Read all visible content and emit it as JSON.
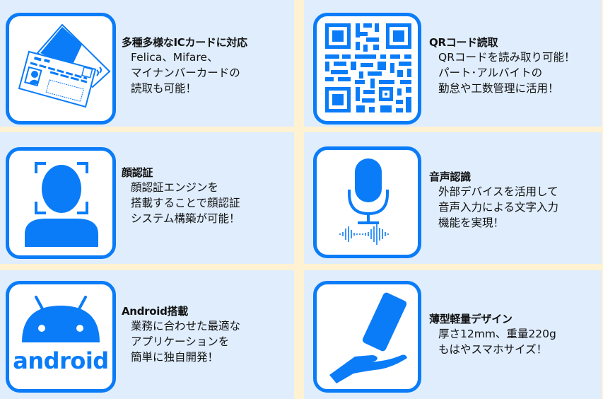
{
  "colors": {
    "background": "#fff2d2",
    "panel": "#dfedfd",
    "accent": "#0a7cf8",
    "text": "#111111"
  },
  "features": [
    {
      "icon": "ic-card-icon",
      "title": "多種多様なICカードに対応",
      "lines": [
        "Felica、Mifare、",
        "マイナンバーカードの",
        "読取も可能！"
      ]
    },
    {
      "icon": "qr-code-icon",
      "title": "QRコード読取",
      "lines": [
        "QRコードを読み取り可能！",
        "パート･アルバイトの",
        "勤怠や工数管理に活用！"
      ]
    },
    {
      "icon": "face-recognition-icon",
      "title": "顔認証",
      "lines": [
        "顔認証エンジンを",
        "搭載することで顔認証",
        "システム構築が可能！"
      ]
    },
    {
      "icon": "microphone-icon",
      "title": "音声認識",
      "lines": [
        "外部デバイスを活用して",
        "音声入力による文字入力",
        "機能を実現！"
      ]
    },
    {
      "icon": "android-icon",
      "title": "Android搭載",
      "lines": [
        "業務に合わせた最適な",
        "アプリケーションを",
        "簡単に独自開発！"
      ],
      "logo_text": "android"
    },
    {
      "icon": "hand-phone-icon",
      "title": "薄型軽量デザイン",
      "lines": [
        "厚さ12mm、重量220g",
        "もはやスマホサイズ！"
      ]
    }
  ]
}
